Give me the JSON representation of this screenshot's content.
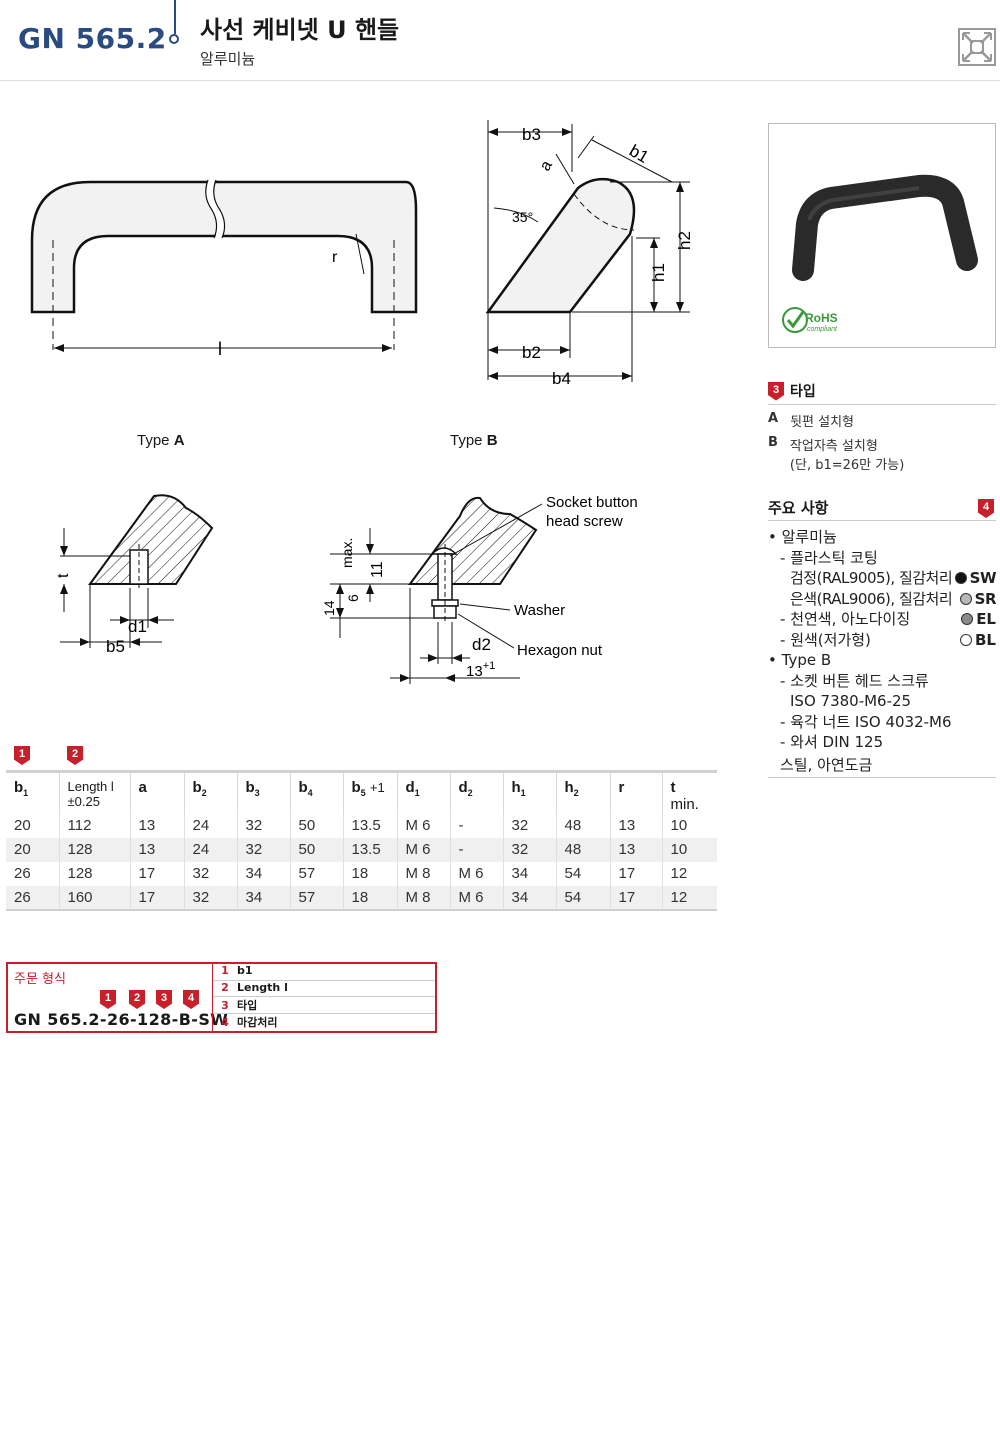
{
  "header": {
    "code": "GN 565.2",
    "title": "사선 케비넷 U 핸들",
    "subtitle": "알루미늄"
  },
  "drawings": {
    "type_a_prefix": "Type",
    "type_a_letter": "A",
    "type_b_prefix": "Type",
    "type_b_letter": "B",
    "labels": {
      "l": "l",
      "r": "r",
      "b1": "b1",
      "b2": "b2",
      "b3": "b3",
      "b4": "b4",
      "b5": "b5",
      "h1": "h1",
      "h2": "h2",
      "a": "a",
      "angle": "35°",
      "t": "t",
      "d1": "d1",
      "d2": "d2",
      "max": "max.",
      "dim11": "11",
      "dim6": "6",
      "dim14": "14",
      "dim13": "13",
      "dim13_sup": "+1",
      "socket_line1": "Socket button",
      "socket_line2": "head screw",
      "washer": "Washer",
      "nut": "Hexagon nut"
    }
  },
  "photo": {
    "rohs": "RoHS",
    "rohs_sub": "compliant"
  },
  "type_panel": {
    "badge": "3",
    "heading": "타입",
    "items": [
      {
        "key": "A",
        "text": "뒷편 설치형",
        "note": ""
      },
      {
        "key": "B",
        "text": "작업자측 설치형",
        "note": "(단, b1=26만 가능)"
      }
    ]
  },
  "features": {
    "heading": "주요 사항",
    "badge": "4",
    "material": "알루미늄",
    "coating": "플라스틱 코팅",
    "finishes": [
      {
        "text": "검정(RAL9005), 질감처리",
        "code": "SW",
        "color": "#111111"
      },
      {
        "text": "은색(RAL9006), 질감처리",
        "code": "SR",
        "color": "#b8b8b8"
      },
      {
        "text": "천연색, 아노다이징",
        "code": "EL",
        "color": "#8a8a8a"
      },
      {
        "text": "원색(저가형)",
        "code": "BL",
        "color": "#ffffff"
      }
    ],
    "type_b": "Type B",
    "type_b_items": [
      "소켓 버튼 헤드 스크류",
      "ISO 7380-M6-25",
      "육각 너트 ISO 4032-M6",
      "와셔 DIN 125"
    ],
    "steel": "스틸, 아연도금"
  },
  "table": {
    "badges": [
      "1",
      "2"
    ],
    "headers": [
      {
        "main": "b",
        "sub": "1",
        "extra": ""
      },
      {
        "main": "Length l",
        "sub": "",
        "extra": "±0.25"
      },
      {
        "main": "a",
        "sub": "",
        "extra": ""
      },
      {
        "main": "b",
        "sub": "2",
        "extra": ""
      },
      {
        "main": "b",
        "sub": "3",
        "extra": ""
      },
      {
        "main": "b",
        "sub": "4",
        "extra": ""
      },
      {
        "main": "b",
        "sub": "5",
        "extra": "+1"
      },
      {
        "main": "d",
        "sub": "1",
        "extra": ""
      },
      {
        "main": "d",
        "sub": "2",
        "extra": ""
      },
      {
        "main": "h",
        "sub": "1",
        "extra": ""
      },
      {
        "main": "h",
        "sub": "2",
        "extra": ""
      },
      {
        "main": "r",
        "sub": "",
        "extra": ""
      },
      {
        "main": "t",
        "sub": "",
        "extra": "min."
      }
    ],
    "rows": [
      [
        "20",
        "112",
        "13",
        "24",
        "32",
        "50",
        "13.5",
        "M 6",
        "-",
        "32",
        "48",
        "13",
        "10"
      ],
      [
        "20",
        "128",
        "13",
        "24",
        "32",
        "50",
        "13.5",
        "M 6",
        "-",
        "32",
        "48",
        "13",
        "10"
      ],
      [
        "26",
        "128",
        "17",
        "32",
        "34",
        "57",
        "18",
        "M 8",
        "M 6",
        "34",
        "54",
        "17",
        "12"
      ],
      [
        "26",
        "160",
        "17",
        "32",
        "34",
        "57",
        "18",
        "M 8",
        "M 6",
        "34",
        "54",
        "17",
        "12"
      ]
    ]
  },
  "order": {
    "label": "주문 형식",
    "code": "GN 565.2-26-128-B-SW",
    "badges": [
      "1",
      "2",
      "3",
      "4"
    ],
    "legend": [
      {
        "n": "1",
        "text": "b1"
      },
      {
        "n": "2",
        "text": "Length l"
      },
      {
        "n": "3",
        "text": "타입"
      },
      {
        "n": "4",
        "text": "마감처리"
      }
    ]
  }
}
